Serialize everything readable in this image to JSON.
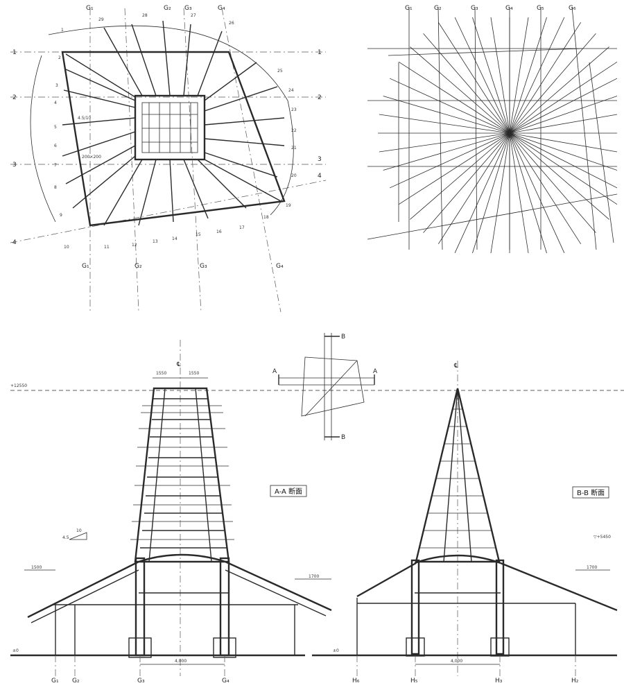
{
  "plan_left": {
    "grid_top": [
      "G₁",
      "G₂",
      "G₃",
      "G₄"
    ],
    "grid_bottom": [
      "G₁",
      "G₂",
      "G₃",
      "G₄"
    ],
    "grid_left": [
      "1",
      "2",
      "3",
      "4"
    ],
    "grid_right": [
      "1",
      "2",
      "3",
      "4"
    ],
    "numbers": [
      "1",
      "2",
      "3",
      "4",
      "5",
      "6",
      "7",
      "8",
      "9",
      "10",
      "11",
      "12",
      "13",
      "14",
      "15",
      "16",
      "17",
      "18",
      "19",
      "20",
      "21",
      "22",
      "23",
      "24",
      "25",
      "26",
      "27",
      "28",
      "29"
    ],
    "slope": "4.5/10",
    "member": "200×200"
  },
  "plan_right": {
    "grid_top": [
      "G₁",
      "G₂",
      "G₃",
      "G₄",
      "G₅",
      "G₆"
    ]
  },
  "key_plan": {
    "a": "A",
    "b": "B"
  },
  "section_aa": {
    "title": "A-A 断面",
    "centerline": "℄",
    "height": "+12550",
    "dims_top": [
      "1550",
      "1550"
    ],
    "span": "4,000",
    "eave_left": "1500",
    "eave_right": "1700",
    "slope": "4.5",
    "slope_run": "10",
    "grid": [
      "G₁",
      "G₂",
      "G₃",
      "G₄"
    ],
    "level": "±0"
  },
  "section_bb": {
    "title": "B-B 断面",
    "centerline": "℄",
    "span": "4,000",
    "eave_right": "1700",
    "height_right": "▽+5450",
    "grid": [
      "H₆",
      "H₅",
      "H₃",
      "H₂"
    ],
    "level": "±0"
  }
}
